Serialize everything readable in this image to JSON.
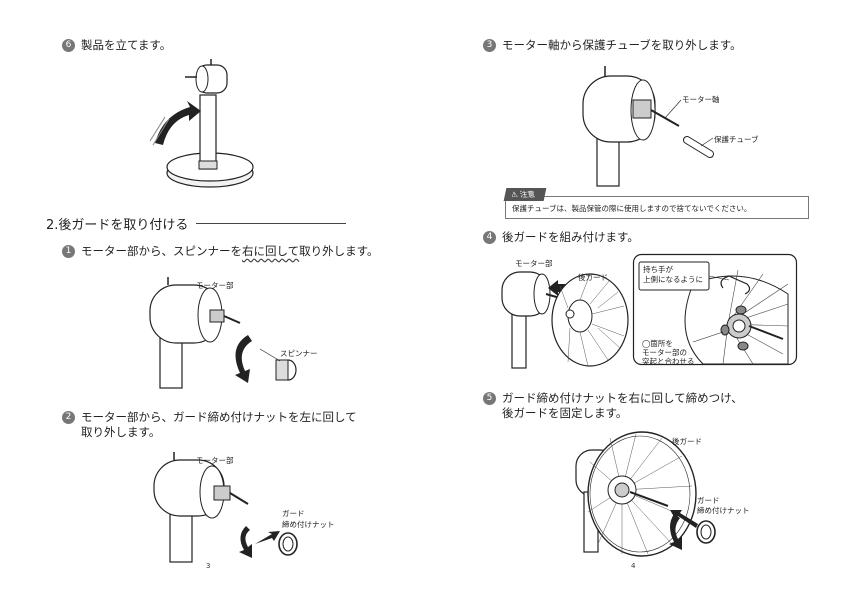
{
  "left_page": {
    "step6": {
      "num": "6",
      "text": "製品を立てます。"
    },
    "section": {
      "title": "2.後ガードを取り付ける"
    },
    "step1": {
      "num": "1",
      "text_before": "モーター部から、スピンナーを",
      "text_emph": "右に回して",
      "text_after": "取り外します。"
    },
    "step1_labels": {
      "motor": "モーター部",
      "spinner": "スピンナー"
    },
    "step2": {
      "num": "2",
      "line1": "モーター部から、ガード締め付けナットを左に回して",
      "line2": "取り外します。"
    },
    "step2_labels": {
      "motor": "モーター部",
      "nut_line1": "ガード",
      "nut_line2": "締め付けナット"
    },
    "page_number": "3"
  },
  "right_page": {
    "step3": {
      "num": "3",
      "text": "モーター軸から保護チューブを取り外します。"
    },
    "step3_labels": {
      "shaft": "モーター軸",
      "tube": "保護チューブ"
    },
    "caution": {
      "tag": "注意",
      "text": "保護チューブは、製品保管の際に使用しますので捨てないでください。"
    },
    "step4": {
      "num": "4",
      "text": "後ガードを組み付けます。"
    },
    "step4_labels": {
      "motor": "モーター部",
      "guard": "後ガード",
      "handle_line1": "持ち手が",
      "handle_line2": "上側になるように",
      "align_line1": "◯箇所を",
      "align_line2": "モーター部の",
      "align_line3": "突起と合わせる"
    },
    "step5": {
      "num": "5",
      "line1": "ガード締め付けナットを右に回して締めつけ、",
      "line2": "後ガードを固定します。"
    },
    "step5_labels": {
      "guard": "後ガード",
      "nut_line1": "ガード",
      "nut_line2": "締め付けナット"
    },
    "page_number": "4"
  }
}
